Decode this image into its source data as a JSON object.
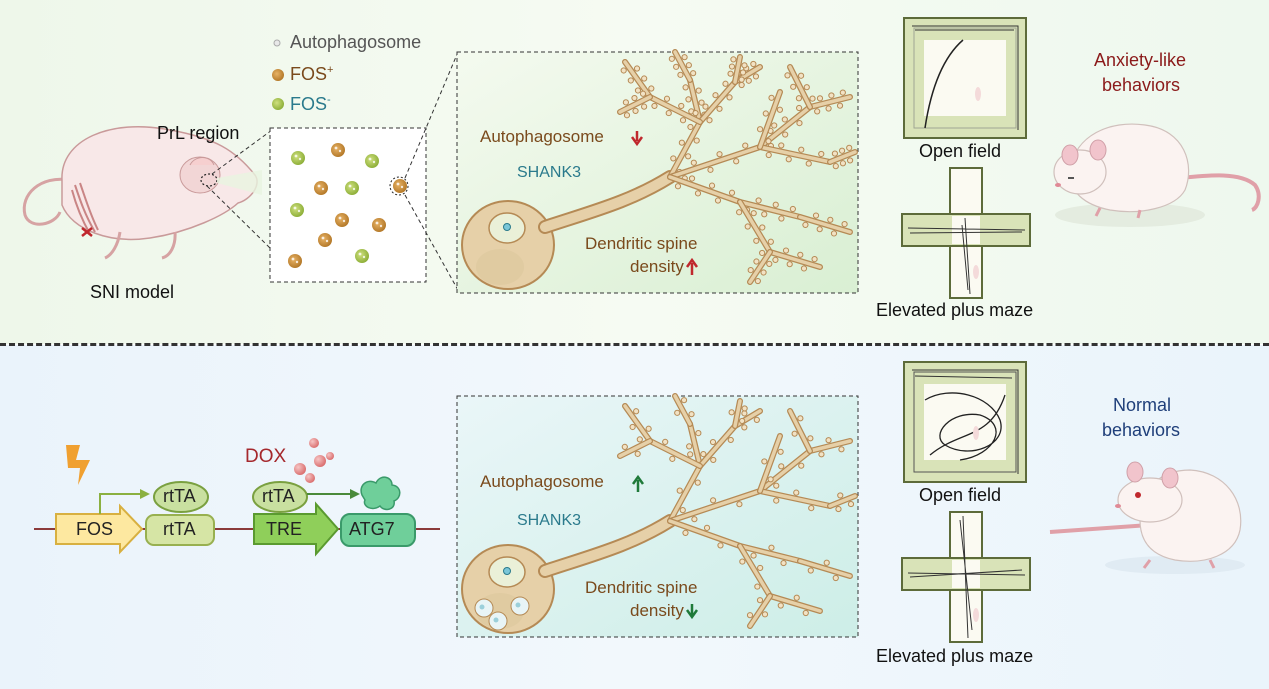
{
  "top": {
    "legend": {
      "autophagosome": "Autophagosome",
      "fos_pos": "FOS",
      "fos_pos_sup": "+",
      "fos_neg": "FOS",
      "fos_neg_sup": "-"
    },
    "prl_region": "PrL region",
    "sni_model": "SNI model",
    "neuron": {
      "autophagosome": "Autophagosome",
      "shank3": "SHANK3",
      "spine_line1": "Dendritic spine",
      "spine_line2": "density"
    },
    "open_field": "Open field",
    "epm": "Elevated plus maze",
    "behavior_line1": "Anxiety-like",
    "behavior_line2": "behaviors"
  },
  "bottom": {
    "construct": {
      "fos": "FOS",
      "rtta_box": "rtTA",
      "rtta_protein1": "rtTA",
      "dox": "DOX",
      "rtta_protein2": "rtTA",
      "tre": "TRE",
      "atg7": "ATG7"
    },
    "neuron": {
      "autophagosome": "Autophagosome",
      "shank3": "SHANK3",
      "spine_line1": "Dendritic spine",
      "spine_line2": "density"
    },
    "open_field": "Open field",
    "epm": "Elevated plus maze",
    "behavior_line1": "Normal",
    "behavior_line2": "behaviors"
  },
  "colors": {
    "arrow_down_red": "#c0282d",
    "arrow_up_red": "#c0282d",
    "arrow_up_green": "#1f7a3a",
    "arrow_down_green": "#1f7a3a",
    "anxiety_text": "#8b1a1a",
    "normal_text": "#1f3f7a",
    "dox_text": "#a5282d",
    "shank3_text": "#2a7a8c",
    "neuron_text": "#7a4a1c"
  }
}
